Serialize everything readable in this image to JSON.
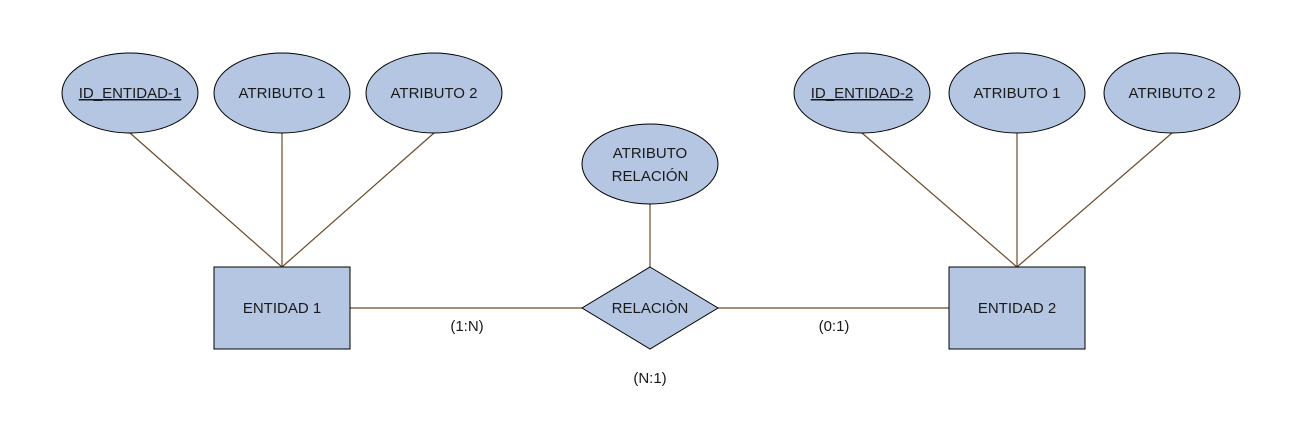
{
  "colors": {
    "fill": "#b4c6e2",
    "stroke": "#000000",
    "connector": "#6b4a2a"
  },
  "entity1": {
    "label": "ENTIDAD 1",
    "attributes": {
      "id": "ID_ENTIDAD-1",
      "attr1": "ATRIBUTO 1",
      "attr2": "ATRIBUTO 2"
    }
  },
  "entity2": {
    "label": "ENTIDAD 2",
    "attributes": {
      "id": "ID_ENTIDAD-2",
      "attr1": "ATRIBUTO 1",
      "attr2": "ATRIBUTO 2"
    }
  },
  "relation": {
    "label": "RELACIÒN",
    "attribute_line1": "ATRIBUTO",
    "attribute_line2": "RELACIÓN"
  },
  "cardinalities": {
    "left": "(1:N)",
    "right": "(0:1)",
    "bottom": "(N:1)"
  }
}
